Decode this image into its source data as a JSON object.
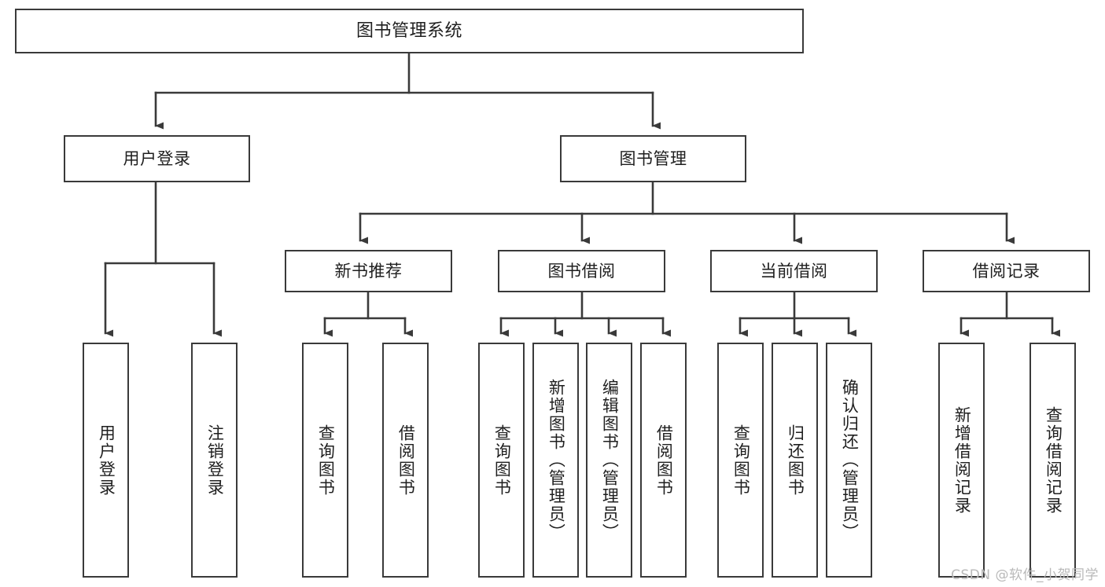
{
  "diagram": {
    "type": "tree-hierarchy-chart",
    "title": "图书管理系统",
    "colors": {
      "box_stroke": "#3a3a3a",
      "box_fill": "#ffffff",
      "edge": "#3a3a3a",
      "text": "#1f1f1f",
      "watermark": "#b9b9b9",
      "background": "#ffffff"
    },
    "nodes": {
      "root": {
        "label": "图书管理系统"
      },
      "level1": [
        {
          "id": "user-login",
          "label": "用户登录"
        },
        {
          "id": "book-manage",
          "label": "图书管理"
        }
      ],
      "level2": [
        {
          "id": "new-book-recommend",
          "label": "新书推荐"
        },
        {
          "id": "book-borrow",
          "label": "图书借阅"
        },
        {
          "id": "current-borrow",
          "label": "当前借阅"
        },
        {
          "id": "borrow-record",
          "label": "借阅记录"
        }
      ],
      "leaves": {
        "user-login": [
          {
            "id": "leaf-user-login",
            "label": "用户登录"
          },
          {
            "id": "leaf-logout-login",
            "label": "注销登录"
          }
        ],
        "new-book-recommend": [
          {
            "id": "leaf-query-book-1",
            "label": "查询图书"
          },
          {
            "id": "leaf-borrow-book-1",
            "label": "借阅图书"
          }
        ],
        "book-borrow": [
          {
            "id": "leaf-query-book-2",
            "label": "查询图书"
          },
          {
            "id": "leaf-add-book-admin",
            "label": "新增图书（管理员）"
          },
          {
            "id": "leaf-edit-book-admin",
            "label": "编辑图书（管理员）"
          },
          {
            "id": "leaf-borrow-book-2",
            "label": "借阅图书"
          }
        ],
        "current-borrow": [
          {
            "id": "leaf-query-book-3",
            "label": "查询图书"
          },
          {
            "id": "leaf-return-book",
            "label": "归还图书"
          },
          {
            "id": "leaf-confirm-return-admin",
            "label": "确认归还（管理员）"
          }
        ],
        "borrow-record": [
          {
            "id": "leaf-add-borrow-record",
            "label": "新增借阅记录"
          },
          {
            "id": "leaf-query-borrow-record",
            "label": "查询借阅记录"
          }
        ]
      }
    },
    "watermark": "CSDN @软件_小贺同学"
  }
}
